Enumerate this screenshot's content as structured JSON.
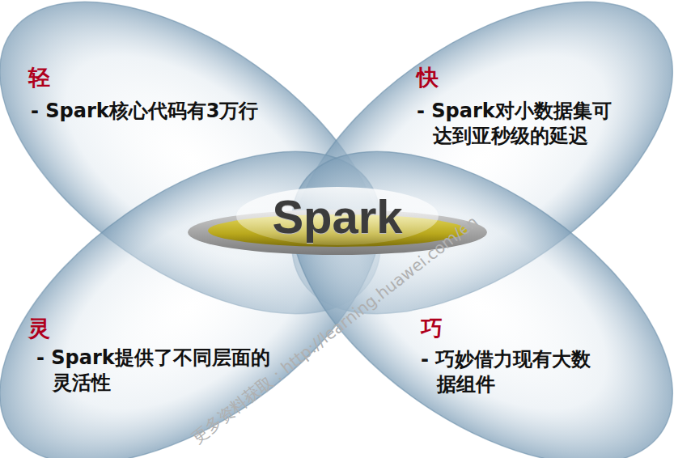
{
  "diagram": {
    "nodes": [
      {
        "text": [
          "轻",
          "- Spark核心代码有3万行"
        ]
      },
      {
        "text": [
          "快",
          "- Spark对小数据集可 达到亚秒级的延迟"
        ]
      },
      {
        "text": [
          "Spark"
        ]
      },
      {
        "text": [
          "灵",
          "- Spark提供了不同层面的 灵活性"
        ]
      },
      {
        "text": [
          "巧",
          "- 巧妙借力现有大数 据组件"
        ]
      }
    ],
    "labels": [
      "更多资料获取：http://learning.huawei.com/en"
    ]
  }
}
